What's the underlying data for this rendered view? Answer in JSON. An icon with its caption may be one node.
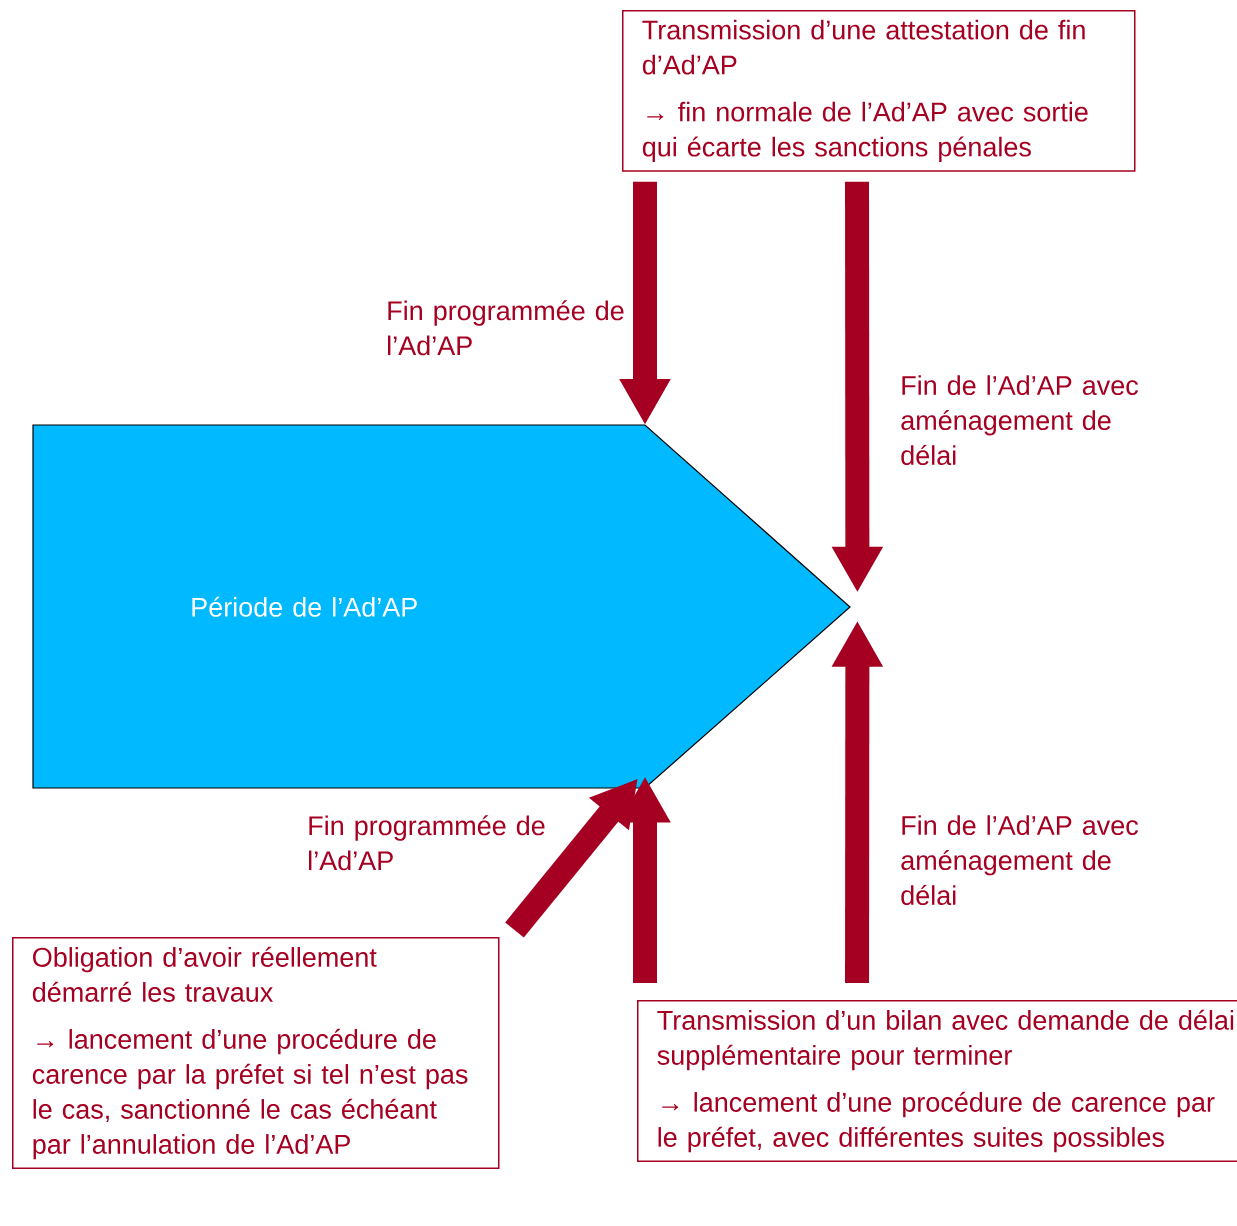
{
  "diagram": {
    "nodes": [
      {
        "text": [
          "Période de l’Ad’AP"
        ]
      },
      {
        "text": [
          "Transmission d’une attestation de fin d’Ad’AP",
          "→ fin normale de l’Ad’AP avec sortie qui écarte les sanctions pénales"
        ]
      },
      {
        "text": [
          "Obligation d’avoir réellement démarré les travaux",
          "→ lancement d’une procédure de carence par la préfet si tel n’est pas le cas, sanctionné le cas échéant par l’annulation de l’Ad’AP"
        ]
      },
      {
        "text": [
          "Transmission d’un bilan avec demande de délai supplémentaire pour terminer",
          "→ lancement d’une procédure de carence par le préfet, avec différentes suites possibles"
        ]
      }
    ],
    "edges": [
      {
        "from": 1,
        "to": 0,
        "arrow": "to",
        "label": "Fin programmée de l’Ad’AP"
      },
      {
        "from": 1,
        "to": 0,
        "arrow": "to",
        "label": "Fin de l’Ad’AP avec aménagement de délai"
      },
      {
        "from": 2,
        "to": 0,
        "arrow": "to",
        "label": "Fin programmée de l’Ad’AP"
      },
      {
        "from": 3,
        "to": 0,
        "arrow": "to"
      },
      {
        "from": 3,
        "to": 0,
        "arrow": "to",
        "label": "Fin de l’Ad’AP avec aménagement de délai"
      }
    ]
  }
}
